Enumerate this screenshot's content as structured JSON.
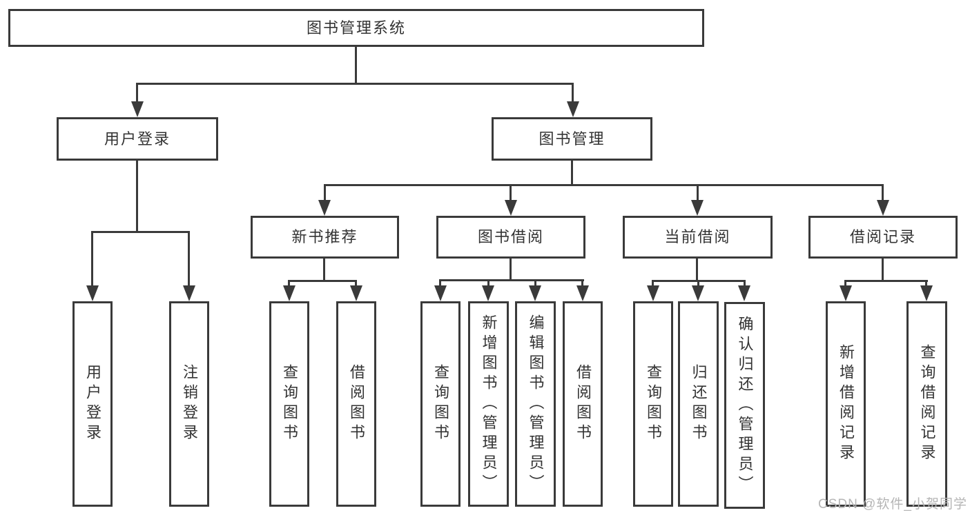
{
  "diagram_title": "图书管理系统",
  "nodes": {
    "root": "图书管理系统",
    "user_login_branch": {
      "label": "用户登录",
      "children": [
        "用户登录",
        "注销登录"
      ]
    },
    "book_mgmt_branch": {
      "label": "图书管理",
      "children": [
        {
          "label": "新书推荐",
          "children": [
            "查询图书",
            "借阅图书"
          ]
        },
        {
          "label": "图书借阅",
          "children": [
            "查询图书",
            "新增图书（管理员）",
            "编辑图书（管理员）",
            "借阅图书"
          ]
        },
        {
          "label": "当前借阅",
          "children": [
            "查询图书",
            "归还图书",
            "确认归还（管理员）"
          ]
        },
        {
          "label": "借阅记录",
          "children": [
            "新增借阅记录",
            "查询借阅记录"
          ]
        }
      ]
    }
  },
  "watermark": {
    "text": "CSDN @软件_小贺同学"
  },
  "colors": {
    "line": "#3a3a3a",
    "text": "#333333",
    "background": "#ffffff",
    "watermark": "#b5b5b5"
  }
}
